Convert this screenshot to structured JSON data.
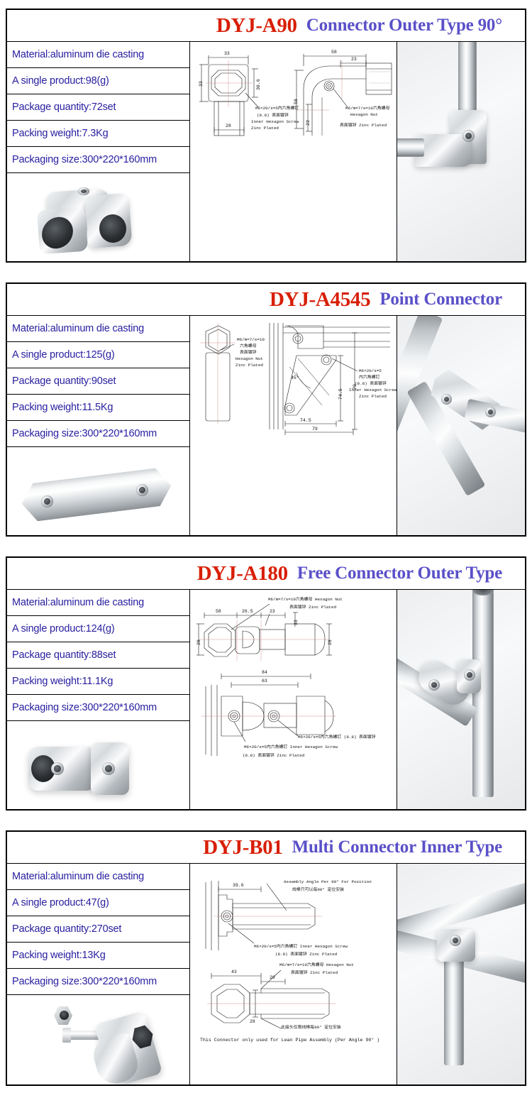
{
  "spec_labels": {
    "material": "Material:",
    "single": "A single product:",
    "quantity": "Package quantity:",
    "weight": "Packing weight:",
    "size": "Packaging size:"
  },
  "products": [
    {
      "code": "DYJ-A90",
      "name": "Connector Outer Type 90°",
      "specs": [
        "Material:aluminum die casting",
        "A single product:98(g)",
        "Package quantity:72set",
        "Packing weight:7.3Kg",
        "Packaging size:300*220*160mm"
      ],
      "material": "aluminum die casting",
      "single_product_g": 98,
      "package_quantity_set": 72,
      "packing_weight_kg": 7.3,
      "packaging_size_mm": "300*220*160",
      "drawing": {
        "dims": [
          "33",
          "33",
          "30.6",
          "28",
          "58",
          "23",
          "58",
          "23"
        ],
        "notes": [
          "M6×20/s=5内六角螺钉",
          "(8.8) 表面镀锌",
          "Inner Hexagon Screw",
          "Zinc Plated",
          "M6/m=7/s=10六角螺母",
          "Hexagon Nut",
          "表面镀锌  Zinc Plated"
        ]
      },
      "product_photo_alt": "90 degree elbow connector",
      "application_photo_alt": "two pipes joined at a right angle by the elbow connector"
    },
    {
      "code": "DYJ-A4545",
      "name": "Point Connector",
      "specs": [
        "Material:aluminum die casting",
        "A single product:125(g)",
        "Package quantity:90set",
        "Packing weight:11.5Kg",
        "Packaging size:300*220*160mm"
      ],
      "material": "aluminum die casting",
      "single_product_g": 125,
      "package_quantity_set": 90,
      "packing_weight_kg": 11.5,
      "packaging_size_mm": "300*220*160",
      "drawing": {
        "dims": [
          "45°",
          "74.5",
          "79",
          "74.5",
          "79"
        ],
        "notes": [
          "M6/m=7/s=10",
          "六角螺母",
          "表面镀锌",
          "Hexagon Nut",
          "Zinc Plated",
          "M6×20/s=5",
          "内六角螺钉",
          "(8.8) 表面镀锌",
          "Inner Hexagon Screw",
          "Zinc Plated"
        ]
      },
      "product_photo_alt": "45 degree diagonal point connector brace",
      "application_photo_alt": "diagonal brace fitted between two pipes"
    },
    {
      "code": "DYJ-A180",
      "name": "Free Connector Outer Type",
      "specs": [
        "Material:aluminum die casting",
        "A single product:124(g)",
        "Package quantity:88set",
        "Packing weight:11.1Kg",
        "Packaging size:300*220*160mm"
      ],
      "material": "aluminum die casting",
      "single_product_g": 124,
      "package_quantity_set": 88,
      "packing_weight_kg": 11.1,
      "packaging_size_mm": "300*220*160",
      "drawing": {
        "dims": [
          "58",
          "26.5",
          "23",
          "33",
          "28",
          "28",
          "84",
          "63"
        ],
        "notes": [
          "M6/m=7/s=10六角螺母  Hexagon Nut",
          "表面镀锌  Zinc Plated",
          "M6×20/s=5内六角螺钉 (8.8) 表面镀锌",
          "M6×20/s=5内六角螺钉  Inner Hexagon Screw",
          "(8.8) 表面镀锌   Zinc Plated"
        ]
      },
      "product_photo_alt": "adjustable free-angle swivel connector",
      "application_photo_alt": "swivel connector joining an angled pipe to a vertical pipe"
    },
    {
      "code": "DYJ-B01",
      "name": "Multi Connector Inner Type",
      "specs": [
        "Material:aluminum die casting",
        "A single product:47(g)",
        "Package quantity:270set",
        "Packing weight:13Kg",
        "Packaging size:300*220*160mm"
      ],
      "material": "aluminum die casting",
      "single_product_g": 47,
      "package_quantity_set": 270,
      "packing_weight_kg": 13,
      "packaging_size_mm": "300*220*160",
      "drawing": {
        "dims": [
          "39.6",
          "43",
          "20",
          "28"
        ],
        "notes": [
          "Assembly Angle Per 90°  For Position",
          "线棒只可以每90° 定位安装",
          "M6×20/s=5内六角螺钉   Inner Hexagon Screw",
          "(8.8) 表面镀锌   Zinc Plated",
          "M6/m=7/s=10六角螺母   Hexagon Nut",
          "表面镀锌   Zinc Plated",
          "此接头仅限线棒每90° 定位安装"
        ],
        "footer": "This Connector only used for Lean Pipe Assembly (Per Angle 90° )"
      },
      "product_photo_alt": "inner type multi connector with hex nut and bolt",
      "application_photo_alt": "T-joint of three pipes using the inner multi connector"
    }
  ],
  "colors": {
    "code_red": "#d81e05",
    "name_violet": "#5a50c8",
    "spec_blue": "#2a20a0",
    "border": "#000000"
  }
}
